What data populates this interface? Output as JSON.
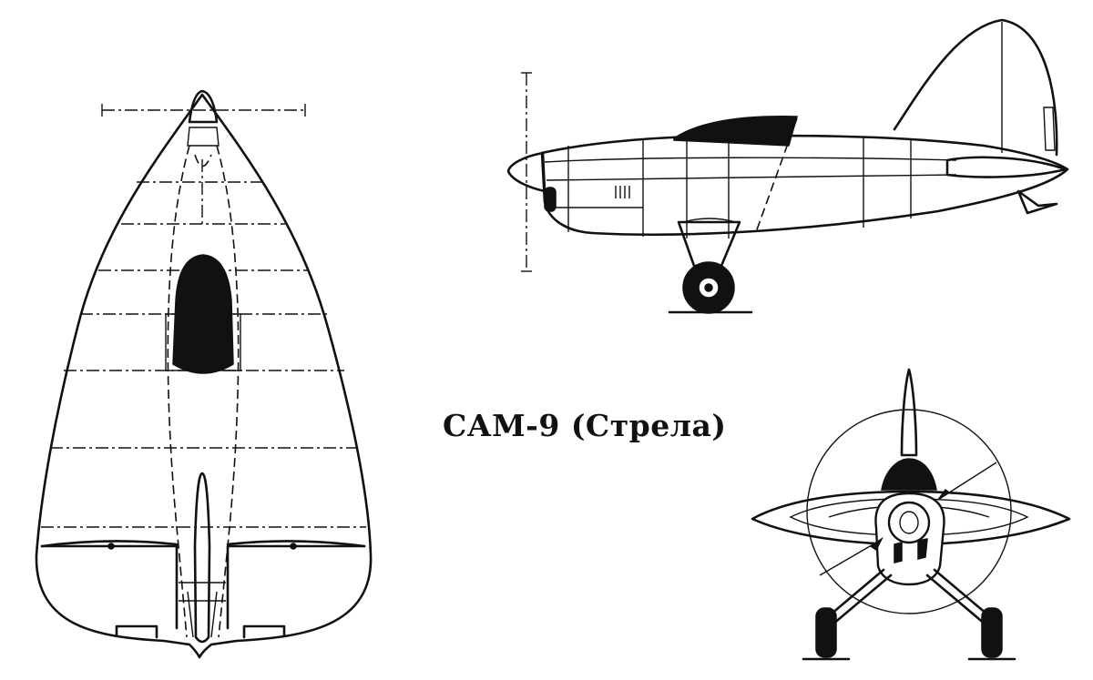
{
  "drawing": {
    "caption": "САМ-9 (Стрела)",
    "views": [
      "plan",
      "side",
      "front"
    ],
    "line_color": "#111111",
    "background": "#ffffff"
  }
}
